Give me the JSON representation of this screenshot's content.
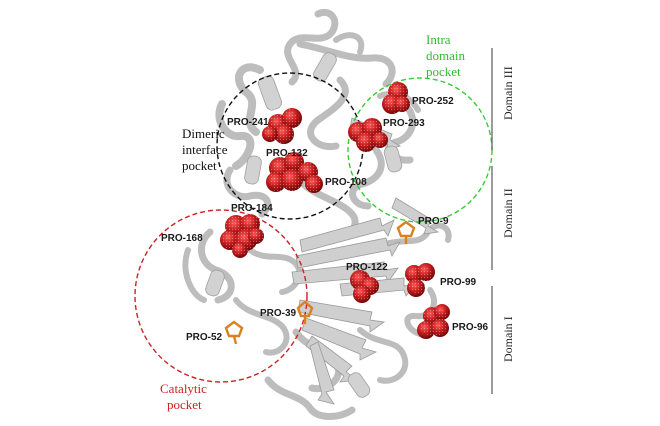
{
  "colors": {
    "ribbon": "#c9c9c9",
    "ribbon_stroke": "#9a9a9a",
    "sphere": "#c01a1a",
    "sphere_dark": "#7a0a0a",
    "stick": "#d9801f",
    "catalytic": "#cc2222",
    "dimeric": "#111111",
    "intra": "#33cc33",
    "domain_line": "#666666"
  },
  "pockets": {
    "catalytic": {
      "line1": "Catalytic",
      "line2": "pocket"
    },
    "dimeric": {
      "line1": "Dimeric",
      "line2": "interface",
      "line3": "pocket"
    },
    "intra": {
      "line1": "Intra",
      "line2": "domain",
      "line3": "pocket"
    }
  },
  "domains": {
    "d3": "Domain III",
    "d2": "Domain II",
    "d1": "Domain I"
  },
  "residues": {
    "pro241": "PRO-241",
    "pro252": "PRO-252",
    "pro293": "PRO-293",
    "pro132": "PRO-132",
    "pro108": "PRO-108",
    "pro184": "PRO-184",
    "pro168": "PRO-168",
    "pro9": "PRO-9",
    "pro122": "PRO-122",
    "pro99": "PRO-99",
    "pro39": "PRO-39",
    "pro52": "PRO-52",
    "pro96": "PRO-96"
  },
  "icons": {
    "sphere_cluster": "space-filling-sphere-icon",
    "stick_residue": "pentagon-stick-icon"
  }
}
